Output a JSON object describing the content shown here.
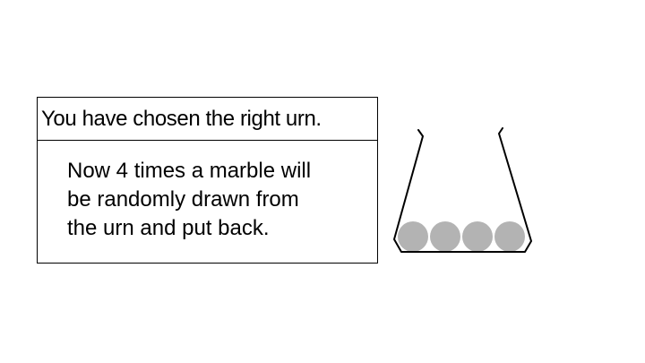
{
  "message": {
    "title": "You have chosen the right urn.",
    "body_lines": [
      "Now 4 times a marble will",
      "be randomly drawn from",
      "the urn and put back."
    ]
  },
  "urn": {
    "marble_count": 4,
    "marble_color": "#b3b3b3",
    "outline_color": "#000000"
  }
}
